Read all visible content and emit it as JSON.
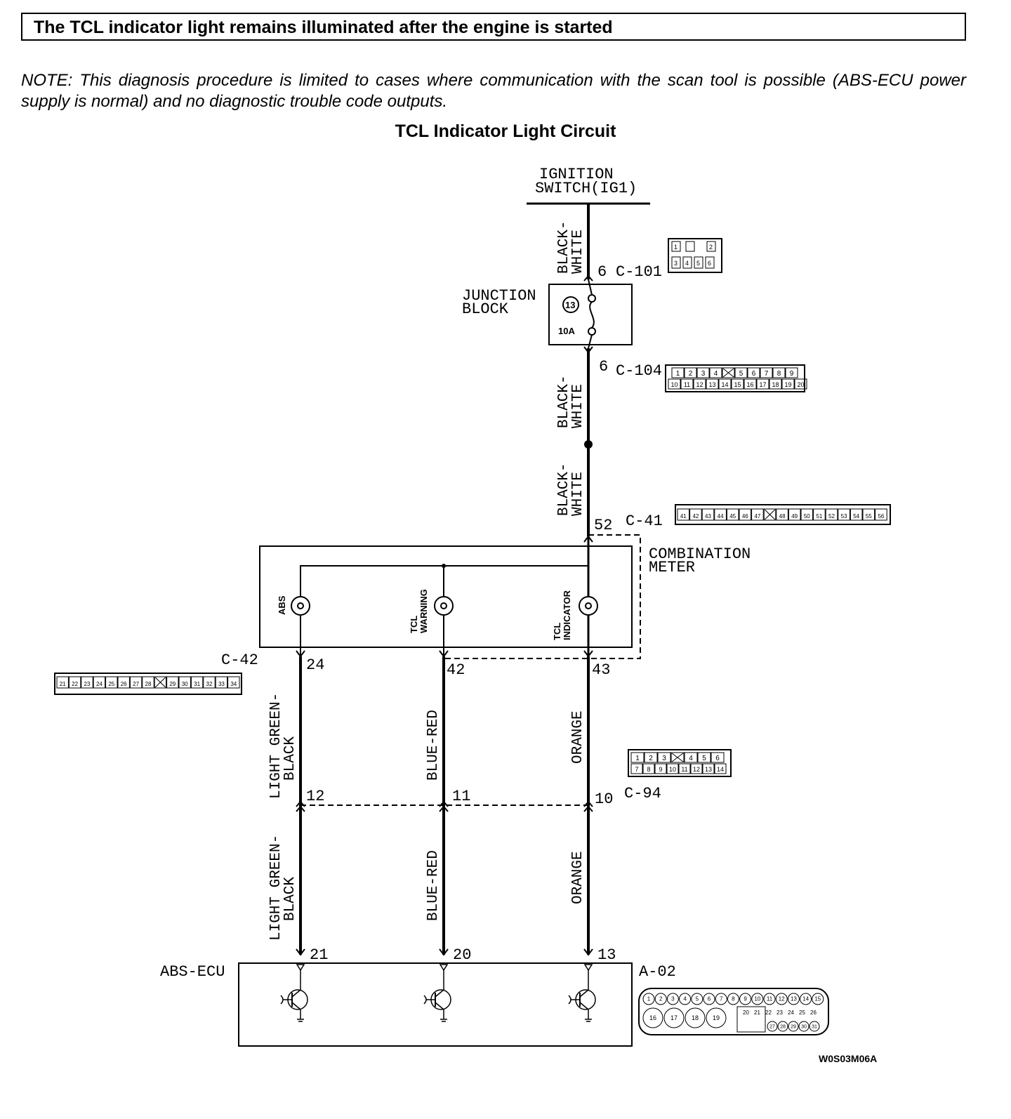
{
  "header": "The TCL indicator light remains illuminated after the engine is started",
  "note": "NOTE: This diagnosis procedure is limited to cases where communication with the scan tool is possible (ABS-ECU power supply is normal) and no diagnostic trouble code outputs.",
  "title": "TCL Indicator Light Circuit",
  "ignition": {
    "line1": "IGNITION",
    "line2": "SWITCH(IG1)"
  },
  "junction": {
    "line1": "JUNCTION",
    "line2": "BLOCK",
    "fuse_no": "13",
    "fuse_rating": "10A"
  },
  "combination": {
    "line1": "COMBINATION",
    "line2": "METER"
  },
  "ecu": "ABS-ECU",
  "lamps": {
    "abs": "ABS",
    "tcl_warning_1": "TCL",
    "tcl_warning_2": "WARNING",
    "tcl_indicator_1": "TCL",
    "tcl_indicator_2": "INDICATOR"
  },
  "wires": {
    "bw1_a": "BLACK-",
    "bw1_b": "WHITE",
    "bw2_a": "BLACK-",
    "bw2_b": "WHITE",
    "bw3_a": "BLACK-",
    "bw3_b": "WHITE",
    "lgb1_a": "LIGHT GREEN-",
    "lgb1_b": "BLACK",
    "br1": "BLUE-RED",
    "or1": "ORANGE",
    "lgb2_a": "LIGHT GREEN-",
    "lgb2_b": "BLACK",
    "br2": "BLUE-RED",
    "or2": "ORANGE"
  },
  "connectors": {
    "c101": "C-101",
    "c104": "C-104",
    "c41": "C-41",
    "c42": "C-42",
    "c94": "C-94",
    "a02": "A-02"
  },
  "pins": {
    "c101": "6",
    "c104": "6",
    "c41": "52",
    "c42_abs": "24",
    "c42_warn": "42",
    "c42_ind": "43",
    "c94_a": "12",
    "c94_b": "11",
    "c94_c": "10",
    "a02_a": "21",
    "a02_b": "20",
    "a02_c": "13"
  },
  "connector_faces": {
    "c101_top": [
      "1",
      "",
      "2"
    ],
    "c101_bottom": [
      "3",
      "4",
      "5",
      "6"
    ],
    "c104_top": [
      "1",
      "2",
      "3",
      "4",
      "",
      "5",
      "6",
      "7",
      "8",
      "9"
    ],
    "c104_bottom": [
      "10",
      "11",
      "12",
      "13",
      "14",
      "15",
      "16",
      "17",
      "18",
      "19",
      "20"
    ],
    "c41": [
      "41",
      "42",
      "43",
      "44",
      "45",
      "46",
      "47",
      "",
      "48",
      "49",
      "50",
      "51",
      "52",
      "53",
      "54",
      "55",
      "56"
    ],
    "c42": [
      "21",
      "22",
      "23",
      "24",
      "25",
      "26",
      "27",
      "28",
      "",
      "29",
      "30",
      "31",
      "32",
      "33",
      "34"
    ],
    "c94_top": [
      "1",
      "2",
      "3",
      "",
      "4",
      "5",
      "6"
    ],
    "c94_bottom": [
      "7",
      "8",
      "9",
      "10",
      "11",
      "12",
      "13",
      "14"
    ],
    "a02_top": [
      "1",
      "2",
      "3",
      "4",
      "5",
      "6",
      "7",
      "8",
      "9",
      "10",
      "11",
      "12",
      "13",
      "14",
      "15"
    ],
    "a02_mid": [
      "16",
      "17",
      "18",
      "19"
    ],
    "a02_right": [
      "20",
      "21",
      "22",
      "23",
      "24",
      "25",
      "26"
    ],
    "a02_bottom": [
      "27",
      "28",
      "29",
      "30",
      "31"
    ]
  },
  "figure_code": "W0S03M06A"
}
